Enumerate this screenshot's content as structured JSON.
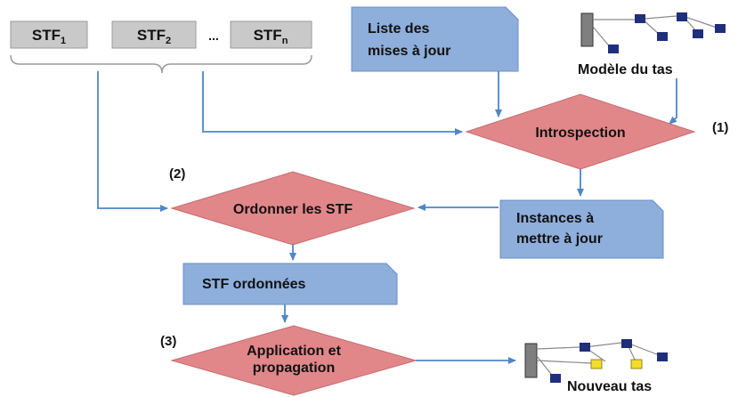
{
  "stf_boxes": [
    {
      "main": "STF",
      "sub": "1"
    },
    {
      "main": "STF",
      "sub": "2"
    },
    {
      "main": "STF",
      "sub": "n"
    }
  ],
  "ellipsis": "...",
  "updates_list": {
    "line1": "Liste des",
    "line2": "mises à jour"
  },
  "heap_model_caption": "Modèle du tas",
  "introspection": "Introspection",
  "step1": "(1)",
  "step2": "(2)",
  "step3": "(3)",
  "order_stf": "Ordonner les STF",
  "instances": {
    "line1": "Instances à",
    "line2": "mettre à jour"
  },
  "ordered_stf": "STF ordonnées",
  "apply": {
    "line1": "Application et",
    "line2": "propagation"
  },
  "new_heap_caption": "Nouveau tas",
  "colors": {
    "box_fill": "#c9c9c9",
    "doc_fill": "#8eaedb",
    "diamond_fill": "#e1878a",
    "arrow": "#4f86c6",
    "heap_node": "#1f2f7a",
    "heap_new_node": "#f2dd2a",
    "heap_root": "#7f7f7f"
  }
}
